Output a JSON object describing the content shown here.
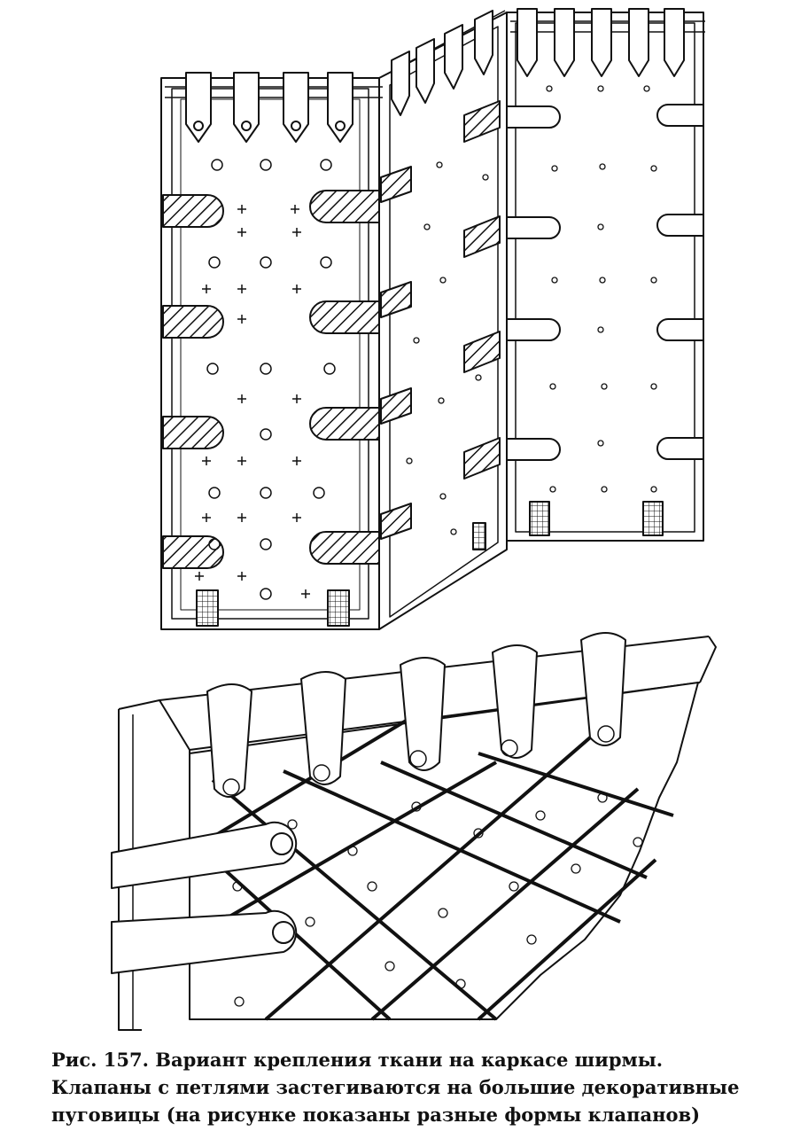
{
  "caption": {
    "line1": "Рис. 157. Вариант крепления ткани на каркасе ширмы.",
    "line2": "Клапаны с петлями застегиваются на большие декоративные",
    "line3": "пуговицы (на рисунке показаны разные формы клапанов)"
  },
  "colors": {
    "ink": "#111111",
    "paper": "#ffffff"
  }
}
